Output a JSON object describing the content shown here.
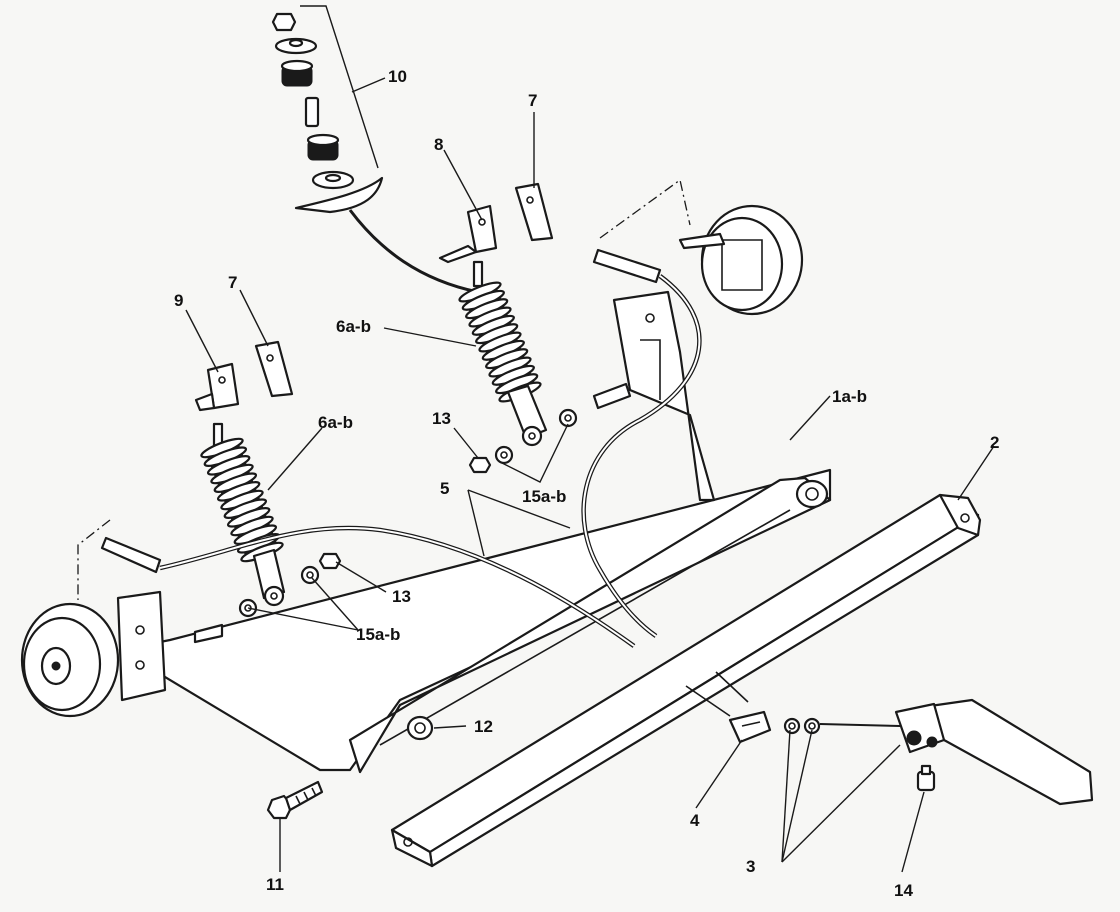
{
  "diagram": {
    "callouts": {
      "c10": "10",
      "c7_upper": "7",
      "c8": "8",
      "c9": "9",
      "c7_lower": "7",
      "c6ab_upper": "6a-b",
      "c6ab_lower": "6a-b",
      "c13_upper": "13",
      "c15ab_upper": "15a-b",
      "c1ab": "1a-b",
      "c2": "2",
      "c5": "5",
      "c13_lower": "13",
      "c15ab_lower": "15a-b",
      "c12": "12",
      "c4": "4",
      "c3": "3",
      "c11": "11",
      "c14": "14"
    }
  }
}
